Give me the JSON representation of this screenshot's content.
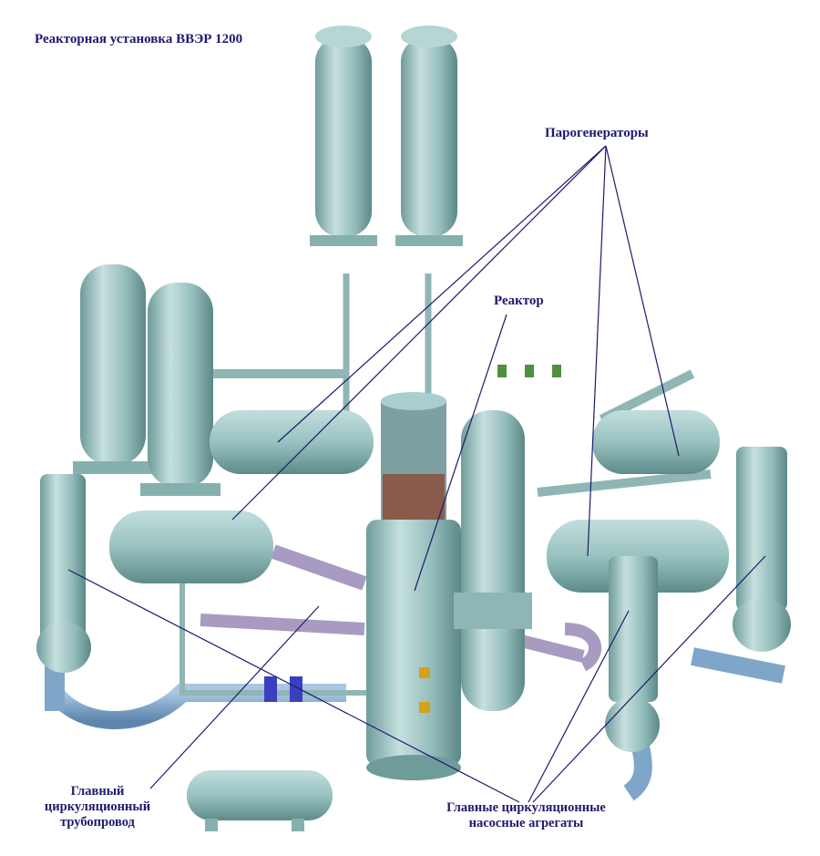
{
  "title": "Реакторная установка ВВЭР 1200",
  "labels": {
    "steam_generators": "Парогенераторы",
    "reactor": "Реактор",
    "main_pipeline": "Главный циркуляционный трубопровод",
    "main_pumps": "Главные циркуляционные насосные агрегаты"
  },
  "colors": {
    "equipment": "#9cc4c2",
    "equipment_shadow": "#5f8f8e",
    "pipe_blue": "#7fa6c8",
    "pipe_purple": "#a89ac0",
    "core_brown": "#8a5a4a",
    "label": "#1d1a6e"
  }
}
